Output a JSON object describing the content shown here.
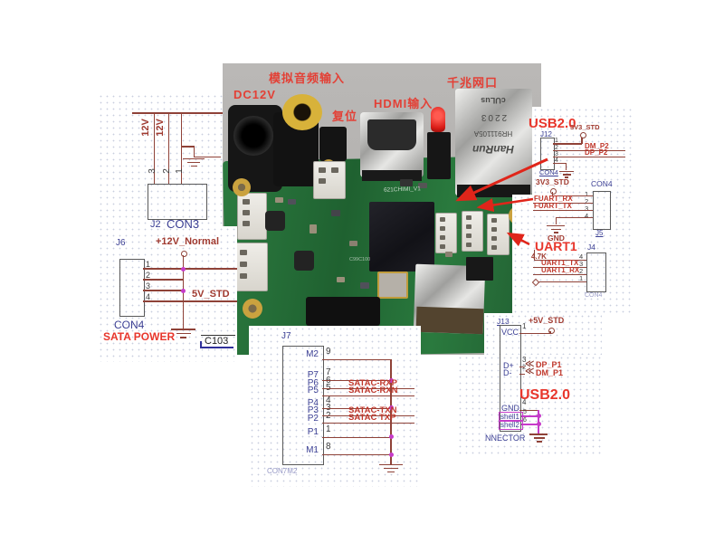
{
  "photo_labels": {
    "analog_audio": "模拟音频输入",
    "dc12v": "DC12V",
    "reset": "复位",
    "hdmi": "HDMI输入",
    "ethernet": "千兆网口"
  },
  "ethernet_jack": {
    "brand": "HanRun",
    "model": "HR911105A",
    "date": "2203",
    "cert": "cULus"
  },
  "silkscreen": {
    "board_rev": "621CHIMI_V1",
    "chip": "C99C100"
  },
  "j2": {
    "ref": "J2",
    "name": "CON3",
    "net_a": "12V",
    "net_b": "12V",
    "pins": [
      "3",
      "2",
      "1"
    ]
  },
  "j6": {
    "ref": "J6",
    "name": "CON4",
    "subtitle": "SATA POWER",
    "pins": [
      "1",
      "2",
      "3",
      "4"
    ],
    "net_pin1": "+12V_Normal",
    "net_pin4": "5V_STD",
    "cap": "C103"
  },
  "j12": {
    "title": "USB2.0",
    "net_power": "3V3_STD",
    "ref": "J12",
    "name": "CON4",
    "pins": [
      "1",
      "2",
      "3",
      "4"
    ],
    "sig_pin2": "DM_P2",
    "sig_pin3": "DP_P2"
  },
  "j5": {
    "net_power": "3V3_STD",
    "name": "CON4",
    "ref": "J5",
    "pins": [
      "1",
      "2",
      "3",
      "4"
    ],
    "sig_pin2": "FUART_RX",
    "sig_pin3": "FUART_TX",
    "gnd": "GND"
  },
  "j4": {
    "title": "UART1",
    "resistor": "4.7K",
    "ref": "J4",
    "pins": [
      "4",
      "3",
      "2",
      "1"
    ],
    "sig_pin3": "UART1_TX",
    "sig_pin2": "UART1_RX",
    "name": "CON4"
  },
  "j13": {
    "ref": "J13",
    "net_power": "+5V_STD",
    "vcc": "VCC",
    "dplus": "D+",
    "dminus": "D-",
    "gnd": "GND",
    "shell1": "shell1",
    "shell2": "shell2",
    "pin1": "1",
    "pin3": "3",
    "pin2": "2",
    "pin4": "4",
    "pin5": "5",
    "pin6": "6",
    "sig_dp": "DP_P1",
    "sig_dm": "DM_P1",
    "title": "USB2.0",
    "footer": "NNECTOR"
  },
  "j7": {
    "ref": "J7",
    "name": "CON7M2",
    "rows": [
      {
        "name": "M2",
        "num": "9",
        "sig": ""
      },
      {
        "name": "P7",
        "num": "7",
        "sig": ""
      },
      {
        "name": "P6",
        "num": "6",
        "sig": "SATAC-RXP"
      },
      {
        "name": "P5",
        "num": "5",
        "sig": "SATAC-RXN"
      },
      {
        "name": "P4",
        "num": "4",
        "sig": ""
      },
      {
        "name": "P3",
        "num": "3",
        "sig": "SATAC-TXN"
      },
      {
        "name": "P2",
        "num": "2",
        "sig": "SATAC TXP"
      },
      {
        "name": "P1",
        "num": "1",
        "sig": ""
      },
      {
        "name": "M1",
        "num": "8",
        "sig": ""
      }
    ]
  }
}
